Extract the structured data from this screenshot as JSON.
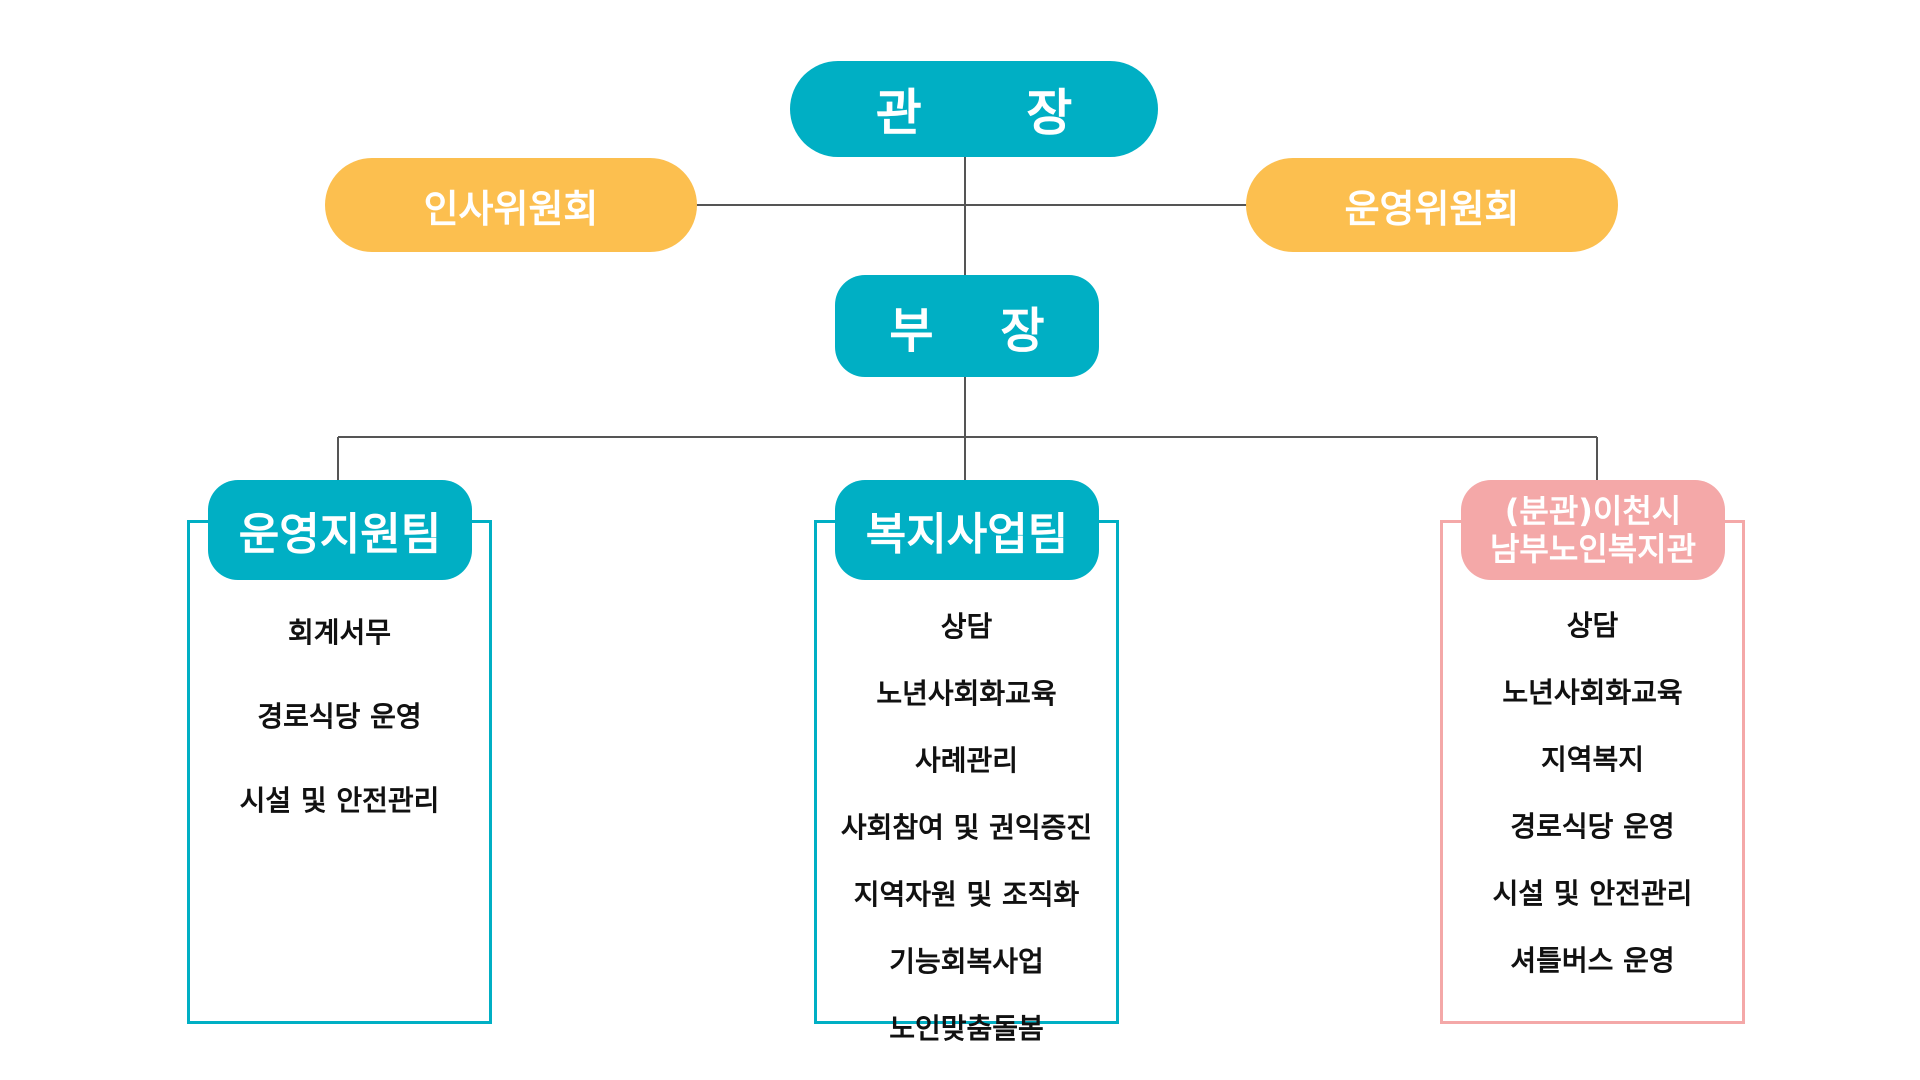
{
  "org": {
    "director": "관      장",
    "personnel_committee": "인사위원회",
    "operating_committee": "운영위원회",
    "deputy": "부    장"
  },
  "teams": [
    {
      "name": "운영지원팀",
      "color": "#00afc4",
      "duties": [
        "회계서무",
        "경로식당 운영",
        "시설 및 안전관리"
      ]
    },
    {
      "name": "복지사업팀",
      "color": "#00afc4",
      "duties": [
        "상담",
        "노년사회화교육",
        "사례관리",
        "사회참여 및 권익증진",
        "지역자원 및 조직화",
        "기능회복사업",
        "노인맞춤돌봄"
      ]
    },
    {
      "name_line1": "(분관)이천시",
      "name_line2": "남부노인복지관",
      "color": "#f4a8a8",
      "duties": [
        "상담",
        "노년사회화교육",
        "지역복지",
        "경로식당 운영",
        "시설 및 안전관리",
        "셔틀버스 운영"
      ]
    }
  ],
  "colors": {
    "teal": "#00afc4",
    "orange": "#fcbf4f",
    "pink": "#f4a8a8",
    "connector": "#555555"
  }
}
